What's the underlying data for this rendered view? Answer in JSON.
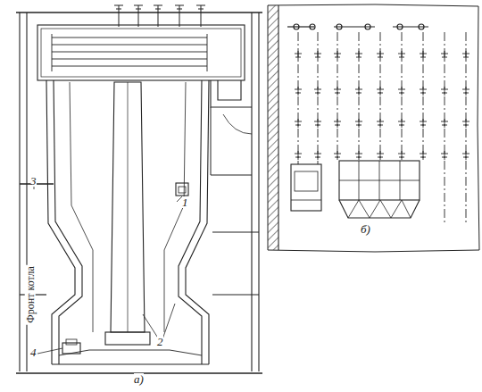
{
  "diagram": {
    "labels": [
      "1",
      "2",
      "3",
      "4",
      "Фронт котла",
      "а)",
      "б)"
    ]
  }
}
